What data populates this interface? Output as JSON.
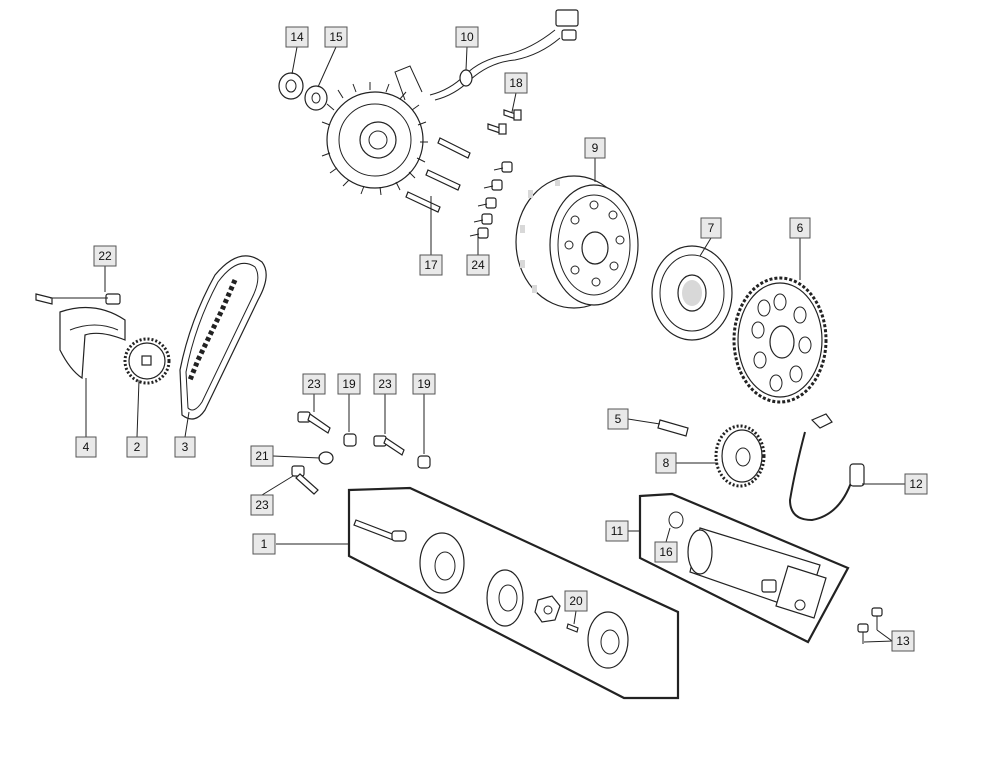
{
  "diagram": {
    "labels": [
      "1",
      "2",
      "3",
      "4",
      "5",
      "6",
      "7",
      "8",
      "9",
      "10",
      "11",
      "12",
      "13",
      "14",
      "15",
      "16",
      "17",
      "18",
      "19",
      "19",
      "20",
      "21",
      "22",
      "23",
      "23",
      "23",
      "24"
    ]
  }
}
